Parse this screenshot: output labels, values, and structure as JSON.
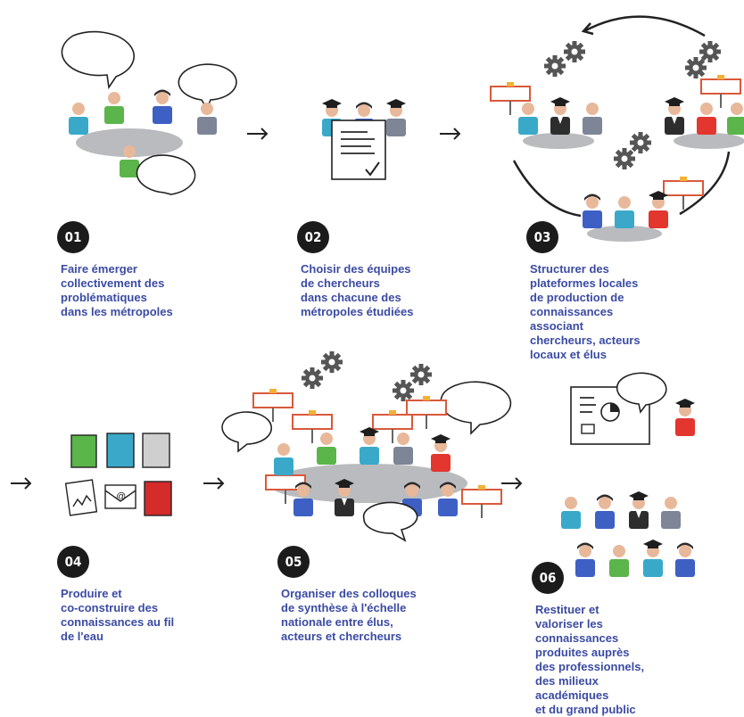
{
  "steps": [
    {
      "number": "01",
      "text": "Faire émerger\ncollectivement des\nproblématiques\ndans les métropoles"
    },
    {
      "number": "02",
      "text": "Choisir des équipes\nde chercheurs\ndans chacune des\nmétropoles étudiées"
    },
    {
      "number": "03",
      "text": "Structurer des\nplateformes locales\nde production de\nconnaissances\nassociant\nchercheurs, acteurs\nlocaux et élus"
    },
    {
      "number": "04",
      "text": "Produire et\nco-construire des\nconnaissances au fil\nde l'eau"
    },
    {
      "number": "05",
      "text": "Organiser des colloques\nde synthèse à l'échelle\nnationale entre élus,\nacteurs et chercheurs"
    },
    {
      "number": "06",
      "text": "Restituer et\nvaloriser les\nconnaissances\nproduites auprès\ndes professionnels,\ndes milieux\nacadémiques\net du grand public"
    }
  ],
  "colors": {
    "text": "#3b4ba3",
    "badge": "#1b1b1b",
    "table": "#b9bbbe",
    "gear": "#555555",
    "sign": "#d9593a"
  },
  "icons": [
    "person-icon",
    "graduate-icon",
    "speech-bubble-icon",
    "gear-icon",
    "document-icon",
    "notebook-icon",
    "envelope-icon",
    "screen-icon",
    "arrow-icon"
  ]
}
